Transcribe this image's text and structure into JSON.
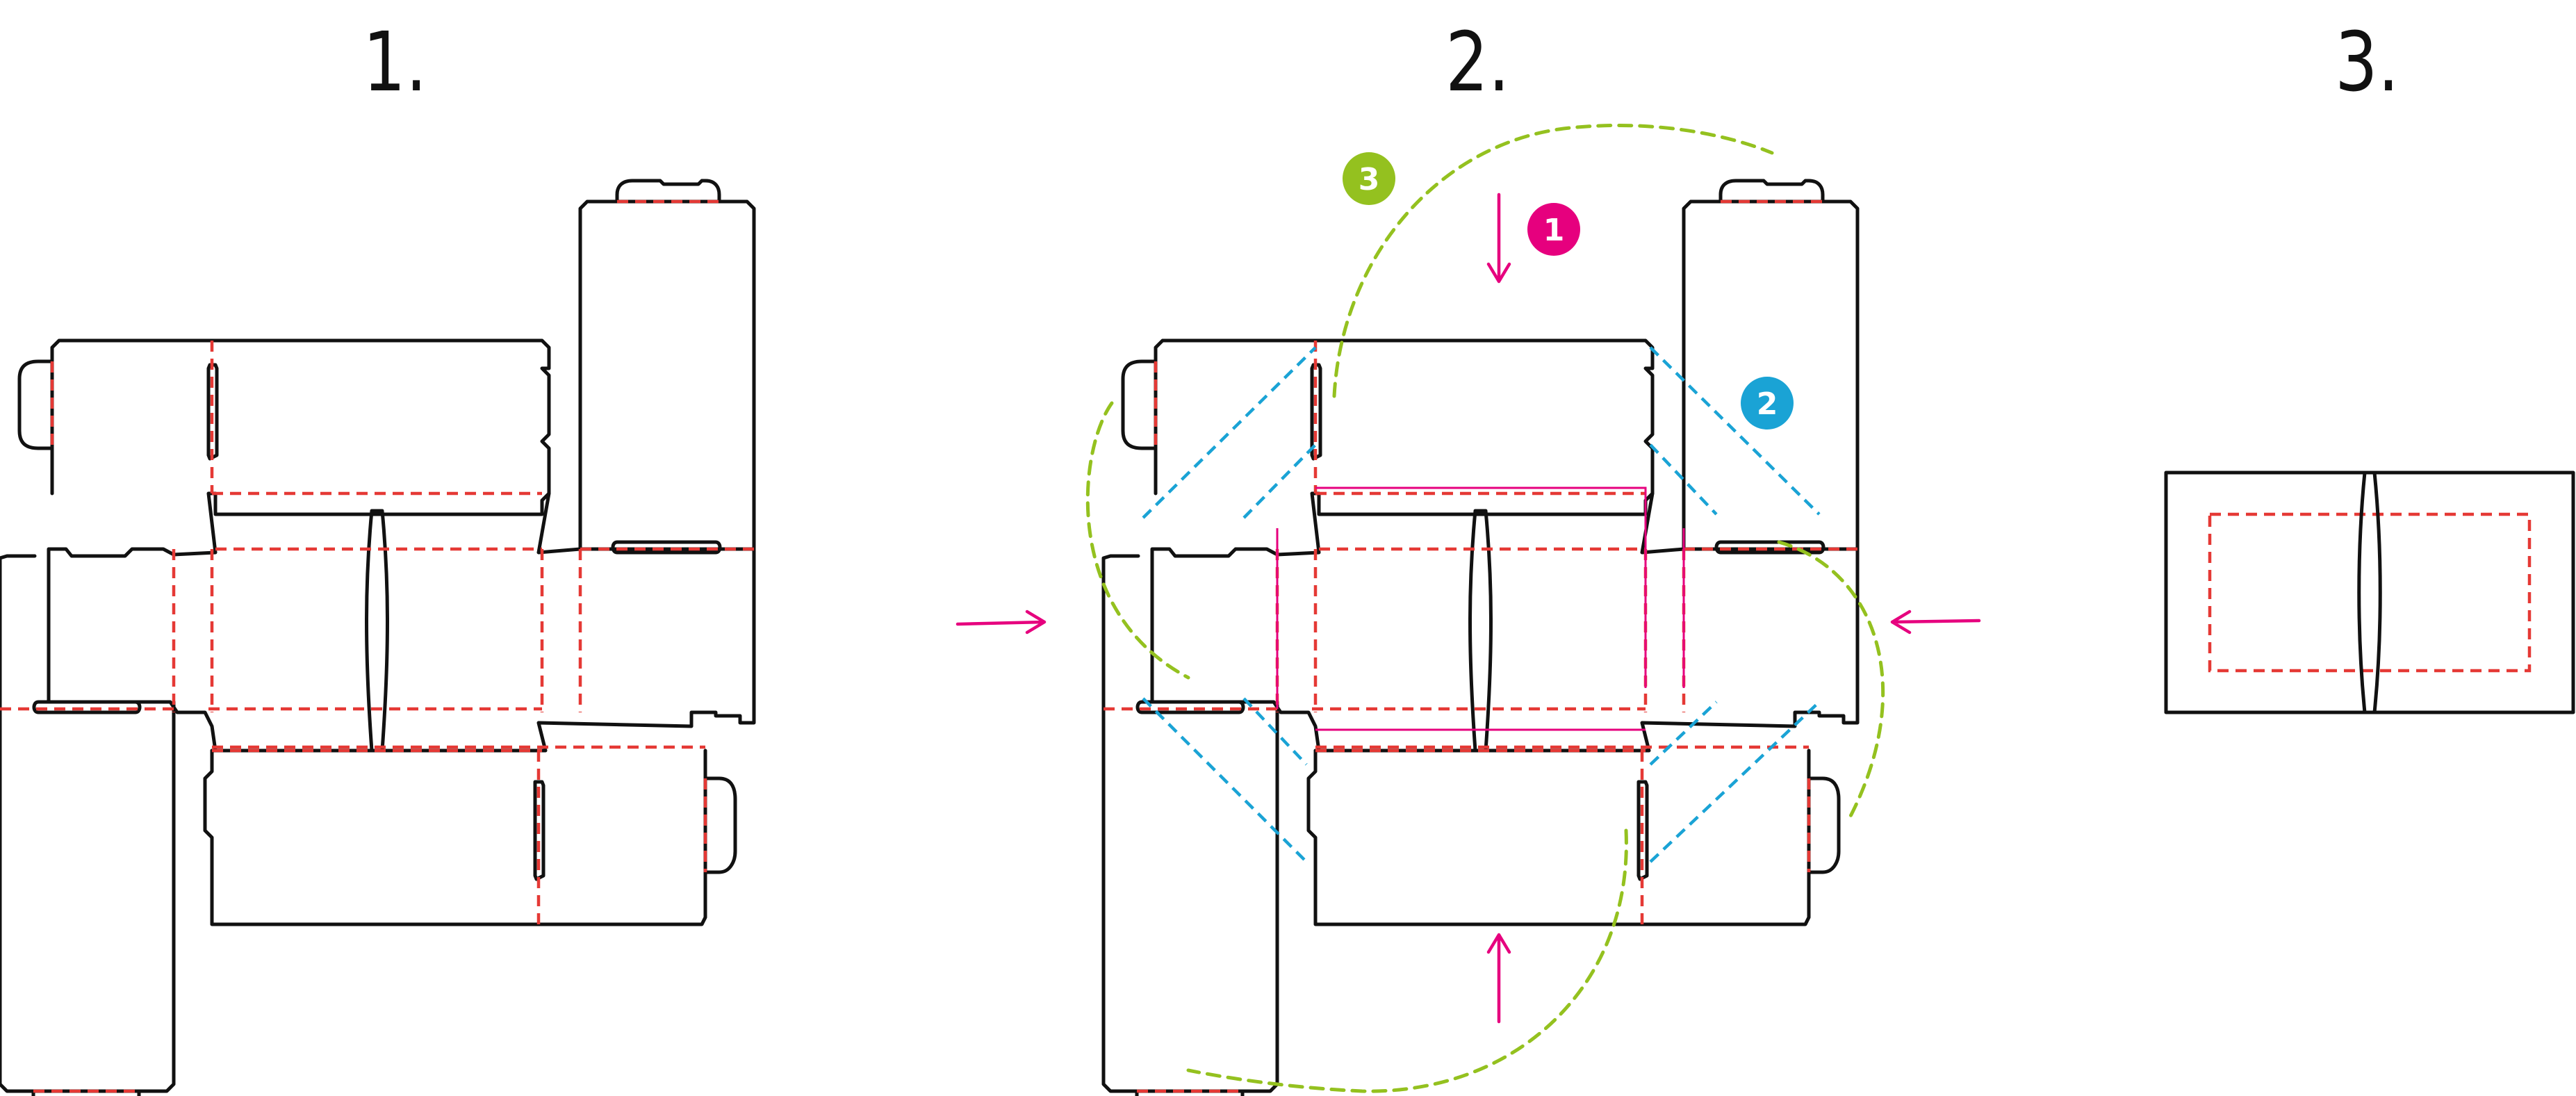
{
  "steps": [
    {
      "label": "1."
    },
    {
      "label": "2."
    },
    {
      "label": "3."
    }
  ],
  "badges": [
    {
      "number": "1",
      "color": "#e6007e"
    },
    {
      "number": "2",
      "color": "#1aa3d5"
    },
    {
      "number": "3",
      "color": "#94c11f"
    }
  ],
  "colors": {
    "cut_line": "#111111",
    "fold_line": "#e53935",
    "diagonal_fold": "#1aa3d5",
    "crease_and_arrows": "#e6007e",
    "curve_path": "#94c11f"
  }
}
